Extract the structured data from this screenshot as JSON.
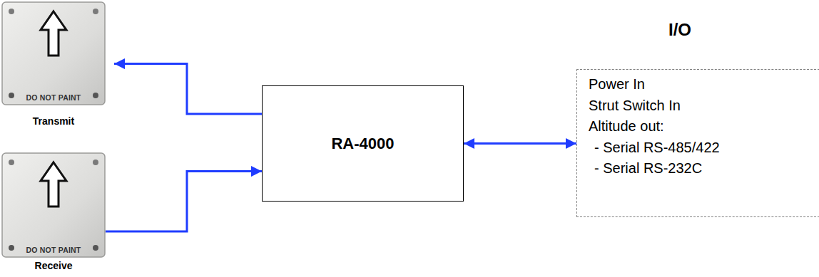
{
  "diagram": {
    "nodes": [
      {
        "text": [
          "DO NOT PAINT",
          "Transmit"
        ]
      },
      {
        "text": [
          "DO NOT PAINT",
          "Receive"
        ]
      },
      {
        "text": [
          "RA-4000"
        ]
      },
      {
        "text": [
          "I/O",
          "Power In",
          "Strut Switch In",
          "Altitude out:",
          "- Serial RS-485/422",
          "- Serial RS-232C"
        ]
      }
    ],
    "edges": [
      {
        "from": 2,
        "to": 0,
        "arrow": "to"
      },
      {
        "from": 1,
        "to": 2,
        "arrow": "to"
      },
      {
        "from": 2,
        "to": 3,
        "arrow": "both"
      }
    ]
  }
}
